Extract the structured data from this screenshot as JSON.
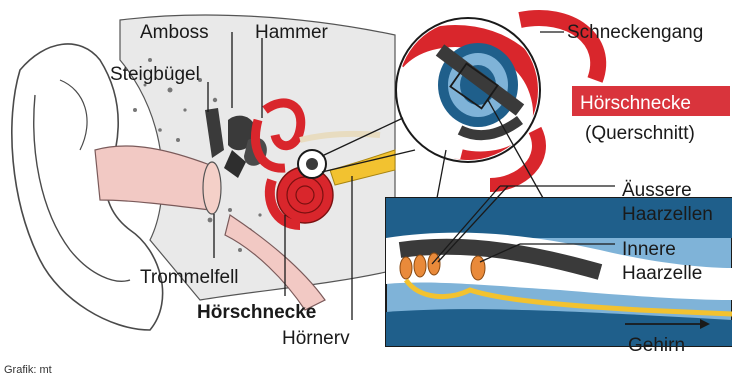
{
  "labels": {
    "amboss": "Amboss",
    "hammer": "Hammer",
    "steigbuegel": "Steigbügel",
    "trommelfell": "Trommelfell",
    "hoerschnecke": "Hörschnecke",
    "hoernerv": "Hörnerv",
    "schneckengang": "Schneckengang",
    "hoerschnecke_box": "Hörschnecke",
    "querschnitt": "(Querschnitt)",
    "aeussere_1": "Äussere",
    "aeussere_2": "Haarzellen",
    "innere_1": "Innere",
    "innere_2": "Haarzelle",
    "gehirn": "Gehirn"
  },
  "credit": "Grafik: mt",
  "colors": {
    "cochlea_red": "#d9262c",
    "label_box_red": "#d9343c",
    "canal_blue": "#1f5f8b",
    "light_blue": "#7fb3d8",
    "skin_pink": "#f2c9c4",
    "nerve_yellow": "#f2c230",
    "hair_cell_orange": "#e98a3a",
    "bone_dark": "#3a3a3a"
  }
}
